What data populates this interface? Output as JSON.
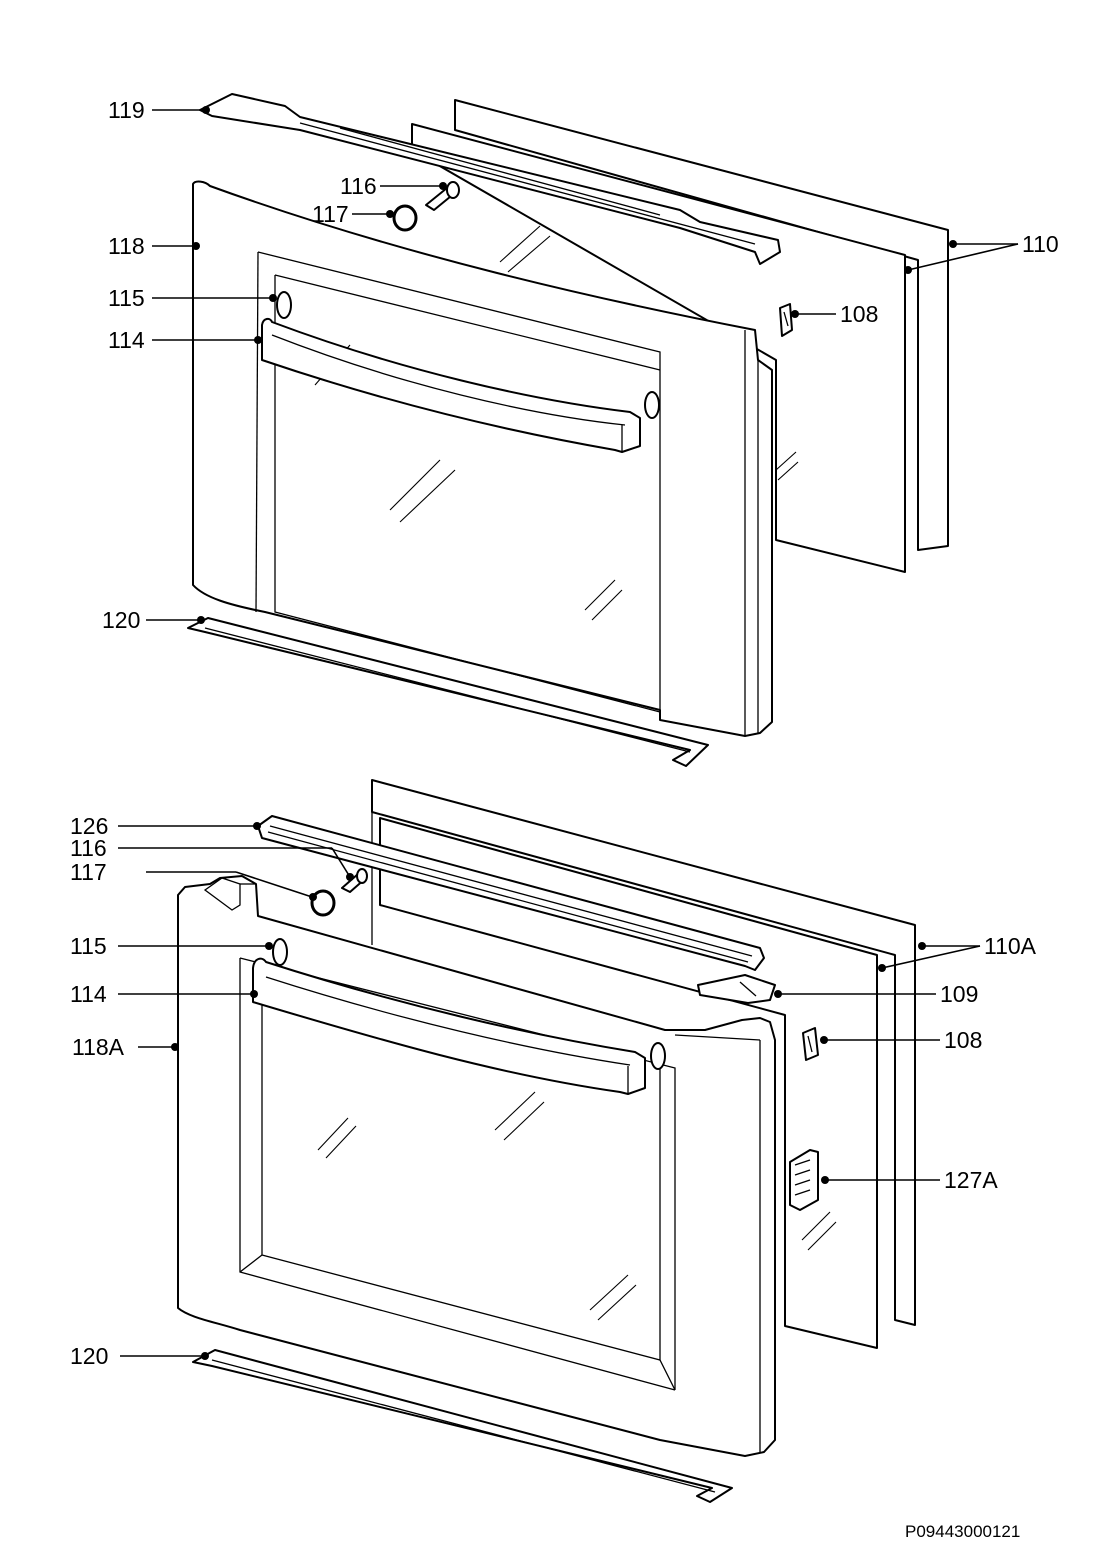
{
  "upper_door": {
    "labels": {
      "p119": "119",
      "p116": "116",
      "p117": "117",
      "p118": "118",
      "p115": "115",
      "p114": "114",
      "p120": "120",
      "p110": "110",
      "p108": "108"
    }
  },
  "lower_door": {
    "labels": {
      "p126": "126",
      "p116": "116",
      "p117": "117",
      "p115": "115",
      "p114": "114",
      "p118A": "118A",
      "p120": "120",
      "p110A": "110A",
      "p109": "109",
      "p108": "108",
      "p127A": "127A"
    }
  },
  "drawing_code": "P09443000121"
}
